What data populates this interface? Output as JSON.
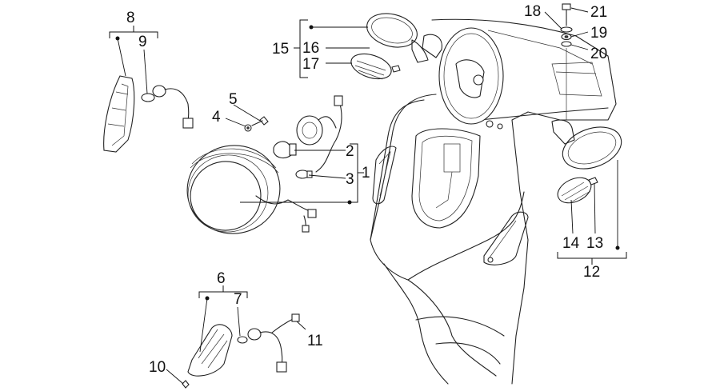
{
  "callouts": {
    "c1": "1",
    "c2": "2",
    "c3": "3",
    "c4": "4",
    "c5": "5",
    "c6": "6",
    "c7": "7",
    "c8": "8",
    "c9": "9",
    "c10": "10",
    "c11": "11",
    "c12": "12",
    "c13": "13",
    "c14": "14",
    "c15": "15",
    "c16": "16",
    "c17": "17",
    "c18": "18",
    "c19": "19",
    "c20": "20",
    "c21": "21"
  },
  "colors": {
    "ink": "#222222",
    "background": "#ffffff"
  }
}
